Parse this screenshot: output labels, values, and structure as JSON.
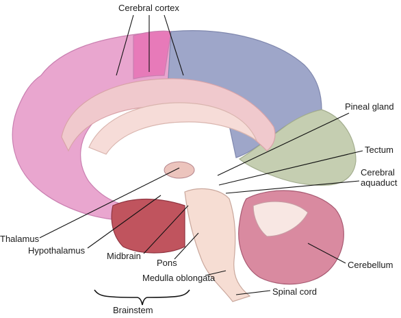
{
  "colors": {
    "frontal_pink": "#e9a6cf",
    "frontal_pink_dark": "#c97fb0",
    "motor_magenta": "#e77ab9",
    "parietal_blue": "#9ea6c9",
    "parietal_blue_dark": "#7f87ad",
    "occipital_green": "#c5ceb1",
    "occipital_green_dark": "#a3ad8e",
    "cingulate_pink": "#f0c9cd",
    "callosum": "#f6dcd8",
    "deep_red": "#c0545e",
    "brainstem": "#f6ddd3",
    "cerebellum": "#d98aa0",
    "cerebellum_white": "#f8e7e3",
    "leader_line": "#111111"
  },
  "labels": {
    "cerebral_cortex": "Cerebral cortex",
    "pineal_gland": "Pineal gland",
    "tectum": "Tectum",
    "cerebral_aquaduct_line1": "Cerebral",
    "cerebral_aquaduct_line2": "aquaduct",
    "thalamus": "Thalamus",
    "hypothalamus": "Hypothalamus",
    "midbrain": "Midbrain",
    "pons": "Pons",
    "medulla_oblongata": "Medulla oblongata",
    "cerebellum": "Cerebellum",
    "spinal_cord": "Spinal cord",
    "brainstem": "Brainstem"
  }
}
